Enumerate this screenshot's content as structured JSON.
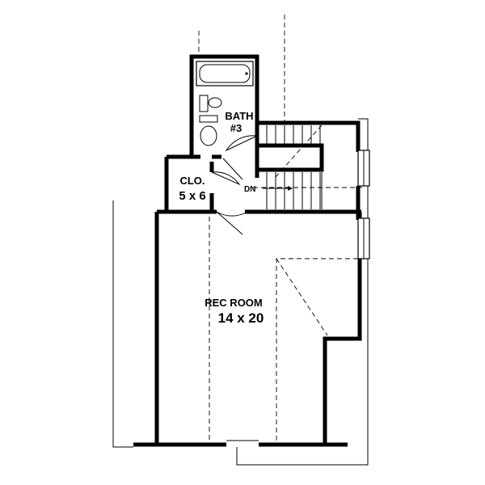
{
  "rooms": {
    "bath": {
      "name": "BATH",
      "number": "#3"
    },
    "closet": {
      "name": "CLO.",
      "size": "5 x 6"
    },
    "rec_room": {
      "name": "REC ROOM",
      "size": "14 x 20"
    }
  },
  "stair": {
    "direction_label": "DN"
  }
}
